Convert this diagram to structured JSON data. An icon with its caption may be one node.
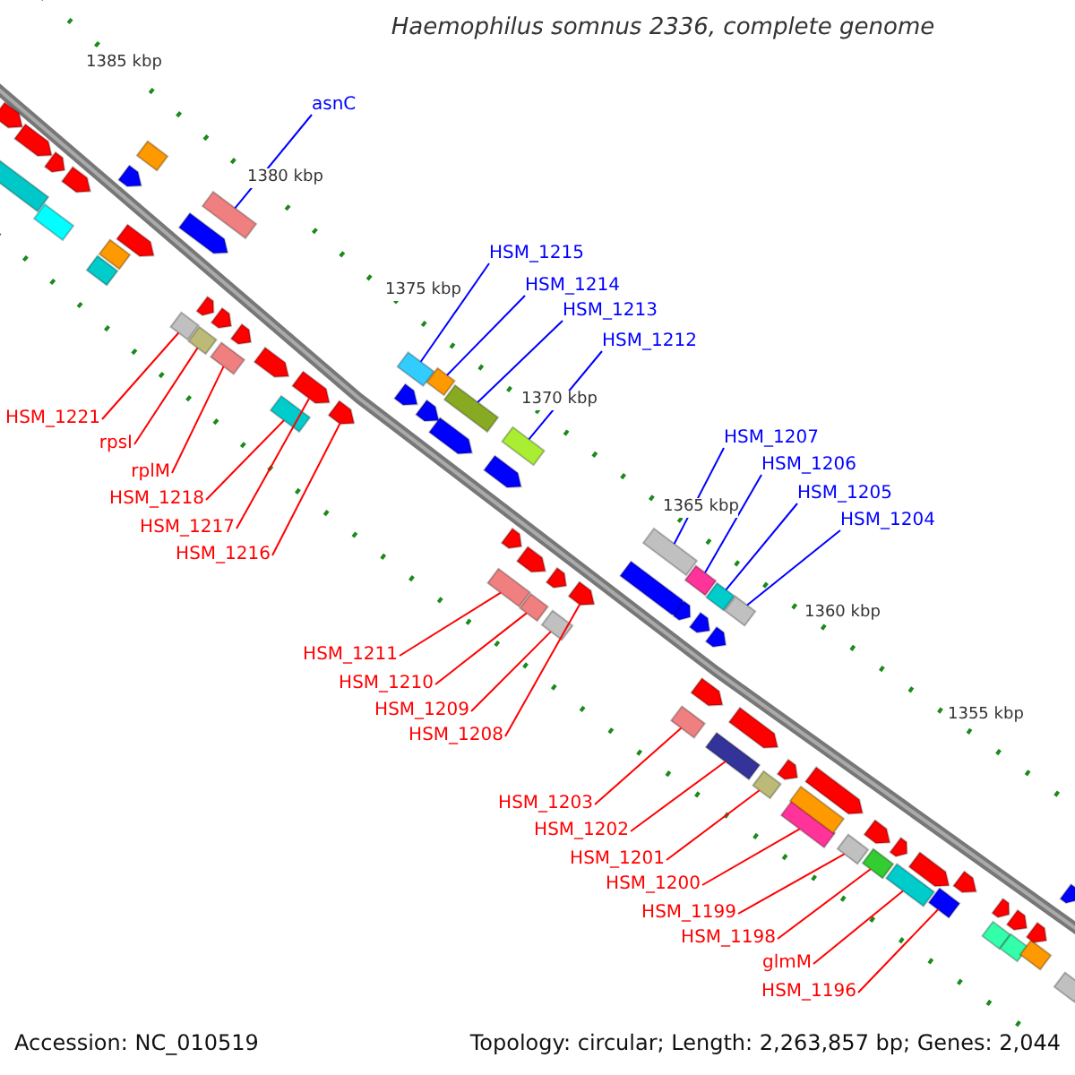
{
  "diagram": {
    "title": "Haemophilus somnus 2336, complete genome",
    "nodes": [
      {
        "text": [
          "asnC"
        ]
      },
      {
        "text": [],
        "shape": "bar"
      },
      {
        "text": [
          "HSM_1215"
        ]
      },
      {
        "text": [],
        "shape": "bar"
      },
      {
        "text": [
          "HSM_1214"
        ]
      },
      {
        "text": [],
        "shape": "bar"
      },
      {
        "text": [
          "HSM_1213"
        ]
      },
      {
        "text": [],
        "shape": "bar"
      },
      {
        "text": [
          "HSM_1212"
        ]
      },
      {
        "text": [],
        "shape": "bar"
      },
      {
        "text": [
          "HSM_1207"
        ]
      },
      {
        "text": [],
        "shape": "bar"
      },
      {
        "text": [
          "HSM_1206"
        ]
      },
      {
        "text": [],
        "shape": "bar"
      },
      {
        "text": [
          "HSM_1205"
        ]
      },
      {
        "text": [],
        "shape": "bar"
      },
      {
        "text": [
          "HSM_1204"
        ]
      },
      {
        "text": [],
        "shape": "bar"
      },
      {
        "text": [
          "HSM_1221"
        ]
      },
      {
        "text": [],
        "shape": "bar"
      },
      {
        "text": [
          "rpsI"
        ]
      },
      {
        "text": [],
        "shape": "bar"
      },
      {
        "text": [
          "rplM"
        ]
      },
      {
        "text": [],
        "shape": "bar"
      },
      {
        "text": [
          "HSM_1218"
        ]
      },
      {
        "text": [],
        "shape": "bar"
      },
      {
        "text": [
          "HSM_1217"
        ]
      },
      {
        "text": [],
        "shape": "pentagon"
      },
      {
        "text": [
          "HSM_1216"
        ]
      },
      {
        "text": [],
        "shape": "pentagon"
      },
      {
        "text": [
          "HSM_1211"
        ]
      },
      {
        "text": [],
        "shape": "bar"
      },
      {
        "text": [
          "HSM_1210"
        ]
      },
      {
        "text": [],
        "shape": "bar"
      },
      {
        "text": [
          "HSM_1209"
        ]
      },
      {
        "text": [],
        "shape": "bar"
      },
      {
        "text": [
          "HSM_1208"
        ]
      },
      {
        "text": [],
        "shape": "pentagon"
      },
      {
        "text": [
          "HSM_1203"
        ]
      },
      {
        "text": [],
        "shape": "bar"
      },
      {
        "text": [
          "HSM_1202"
        ]
      },
      {
        "text": [],
        "shape": "bar"
      },
      {
        "text": [
          "HSM_1201"
        ]
      },
      {
        "text": [],
        "shape": "bar"
      },
      {
        "text": [
          "HSM_1200"
        ]
      },
      {
        "text": [],
        "shape": "bar"
      },
      {
        "text": [
          "HSM_1199"
        ]
      },
      {
        "text": [],
        "shape": "bar"
      },
      {
        "text": [
          "HSM_1198"
        ]
      },
      {
        "text": [],
        "shape": "bar"
      },
      {
        "text": [
          "glmM"
        ]
      },
      {
        "text": [],
        "shape": "bar"
      },
      {
        "text": [
          "HSM_1196"
        ]
      },
      {
        "text": [],
        "shape": "bar"
      },
      {
        "text": [],
        "shape": "pentagon"
      },
      {
        "text": [],
        "shape": "bar"
      },
      {
        "text": [],
        "shape": "pentagon"
      },
      {
        "text": [],
        "shape": "bar"
      },
      {
        "text": [],
        "shape": "pentagon"
      },
      {
        "text": [],
        "shape": "pentagon"
      },
      {
        "text": [],
        "shape": "bar"
      },
      {
        "text": [],
        "shape": "bar"
      },
      {
        "text": [],
        "shape": "pentagon"
      },
      {
        "text": [],
        "shape": "pentagon"
      },
      {
        "text": [],
        "shape": "bar"
      },
      {
        "text": [],
        "shape": "pentagon"
      },
      {
        "text": [],
        "shape": "pentagon"
      },
      {
        "text": [],
        "shape": "pentagon"
      },
      {
        "text": [],
        "shape": "pentagon"
      },
      {
        "text": [],
        "shape": "pentagon"
      },
      {
        "text": [],
        "shape": "pentagon"
      },
      {
        "text": [],
        "shape": "pentagon"
      },
      {
        "text": [],
        "shape": "pentagon"
      },
      {
        "text": [],
        "shape": "pentagon"
      },
      {
        "text": [],
        "shape": "pentagon"
      },
      {
        "text": [],
        "shape": "pentagon"
      },
      {
        "text": [],
        "shape": "pentagon"
      },
      {
        "text": [],
        "shape": "pentagon"
      },
      {
        "text": [],
        "shape": "pentagon"
      },
      {
        "text": [],
        "shape": "pentagon"
      },
      {
        "text": [],
        "shape": "pentagon"
      },
      {
        "text": [],
        "shape": "pentagon"
      },
      {
        "text": [],
        "shape": "pentagon"
      },
      {
        "text": [],
        "shape": "pentagon"
      },
      {
        "text": [],
        "shape": "bar"
      },
      {
        "text": [],
        "shape": "pentagon"
      },
      {
        "text": [],
        "shape": "pentagon"
      },
      {
        "text": [],
        "shape": "pentagon"
      },
      {
        "text": [],
        "shape": "pentagon"
      },
      {
        "text": [],
        "shape": "pentagon"
      },
      {
        "text": [],
        "shape": "bar"
      },
      {
        "text": [],
        "shape": "pentagon"
      },
      {
        "text": [],
        "shape": "bar"
      },
      {
        "text": [],
        "shape": "pentagon"
      },
      {
        "text": [],
        "shape": "bar"
      },
      {
        "text": [],
        "shape": "pentagon"
      },
      {
        "text": [],
        "shape": "bar"
      },
      {
        "text": [],
        "shape": "pentagon"
      }
    ],
    "edges": [
      {
        "from": 0,
        "to": 1,
        "arrow": "none",
        "color": "#0000ff"
      },
      {
        "from": 2,
        "to": 3,
        "arrow": "none",
        "color": "#0000ff"
      },
      {
        "from": 4,
        "to": 5,
        "arrow": "none",
        "color": "#0000ff"
      },
      {
        "from": 6,
        "to": 7,
        "arrow": "none",
        "color": "#0000ff"
      },
      {
        "from": 8,
        "to": 9,
        "arrow": "none",
        "color": "#0000ff"
      },
      {
        "from": 10,
        "to": 11,
        "arrow": "none",
        "color": "#0000ff"
      },
      {
        "from": 12,
        "to": 13,
        "arrow": "none",
        "color": "#0000ff"
      },
      {
        "from": 14,
        "to": 15,
        "arrow": "none",
        "color": "#0000ff"
      },
      {
        "from": 16,
        "to": 17,
        "arrow": "none",
        "color": "#0000ff"
      },
      {
        "from": 18,
        "to": 19,
        "arrow": "none"
      },
      {
        "from": 20,
        "to": 21,
        "arrow": "none"
      },
      {
        "from": 22,
        "to": 23,
        "arrow": "none"
      },
      {
        "from": 24,
        "to": 25,
        "arrow": "none"
      },
      {
        "from": 26,
        "to": 27,
        "arrow": "none"
      },
      {
        "from": 28,
        "to": 29,
        "arrow": "none"
      },
      {
        "from": 30,
        "to": 31,
        "arrow": "none"
      },
      {
        "from": 32,
        "to": 33,
        "arrow": "none"
      },
      {
        "from": 34,
        "to": 35,
        "arrow": "none"
      },
      {
        "from": 36,
        "to": 37,
        "arrow": "none"
      },
      {
        "from": 38,
        "to": 39,
        "arrow": "none"
      },
      {
        "from": 40,
        "to": 41,
        "arrow": "none"
      },
      {
        "from": 42,
        "to": 43,
        "arrow": "none"
      },
      {
        "from": 44,
        "to": 45,
        "arrow": "none"
      },
      {
        "from": 46,
        "to": 47,
        "arrow": "none"
      },
      {
        "from": 48,
        "to": 49,
        "arrow": "none"
      },
      {
        "from": 50,
        "to": 51,
        "arrow": "none"
      },
      {
        "from": 52,
        "to": 53,
        "arrow": "none"
      }
    ],
    "labels": [
      "1385 kbp",
      "1380 kbp",
      "1375 kbp",
      "1370 kbp",
      "1365 kbp",
      "1360 kbp",
      "1355 kbp",
      "Accession: NC_010519",
      "Topology: circular; Length: 2,263,857 bp; Genes: 2,044"
    ]
  }
}
